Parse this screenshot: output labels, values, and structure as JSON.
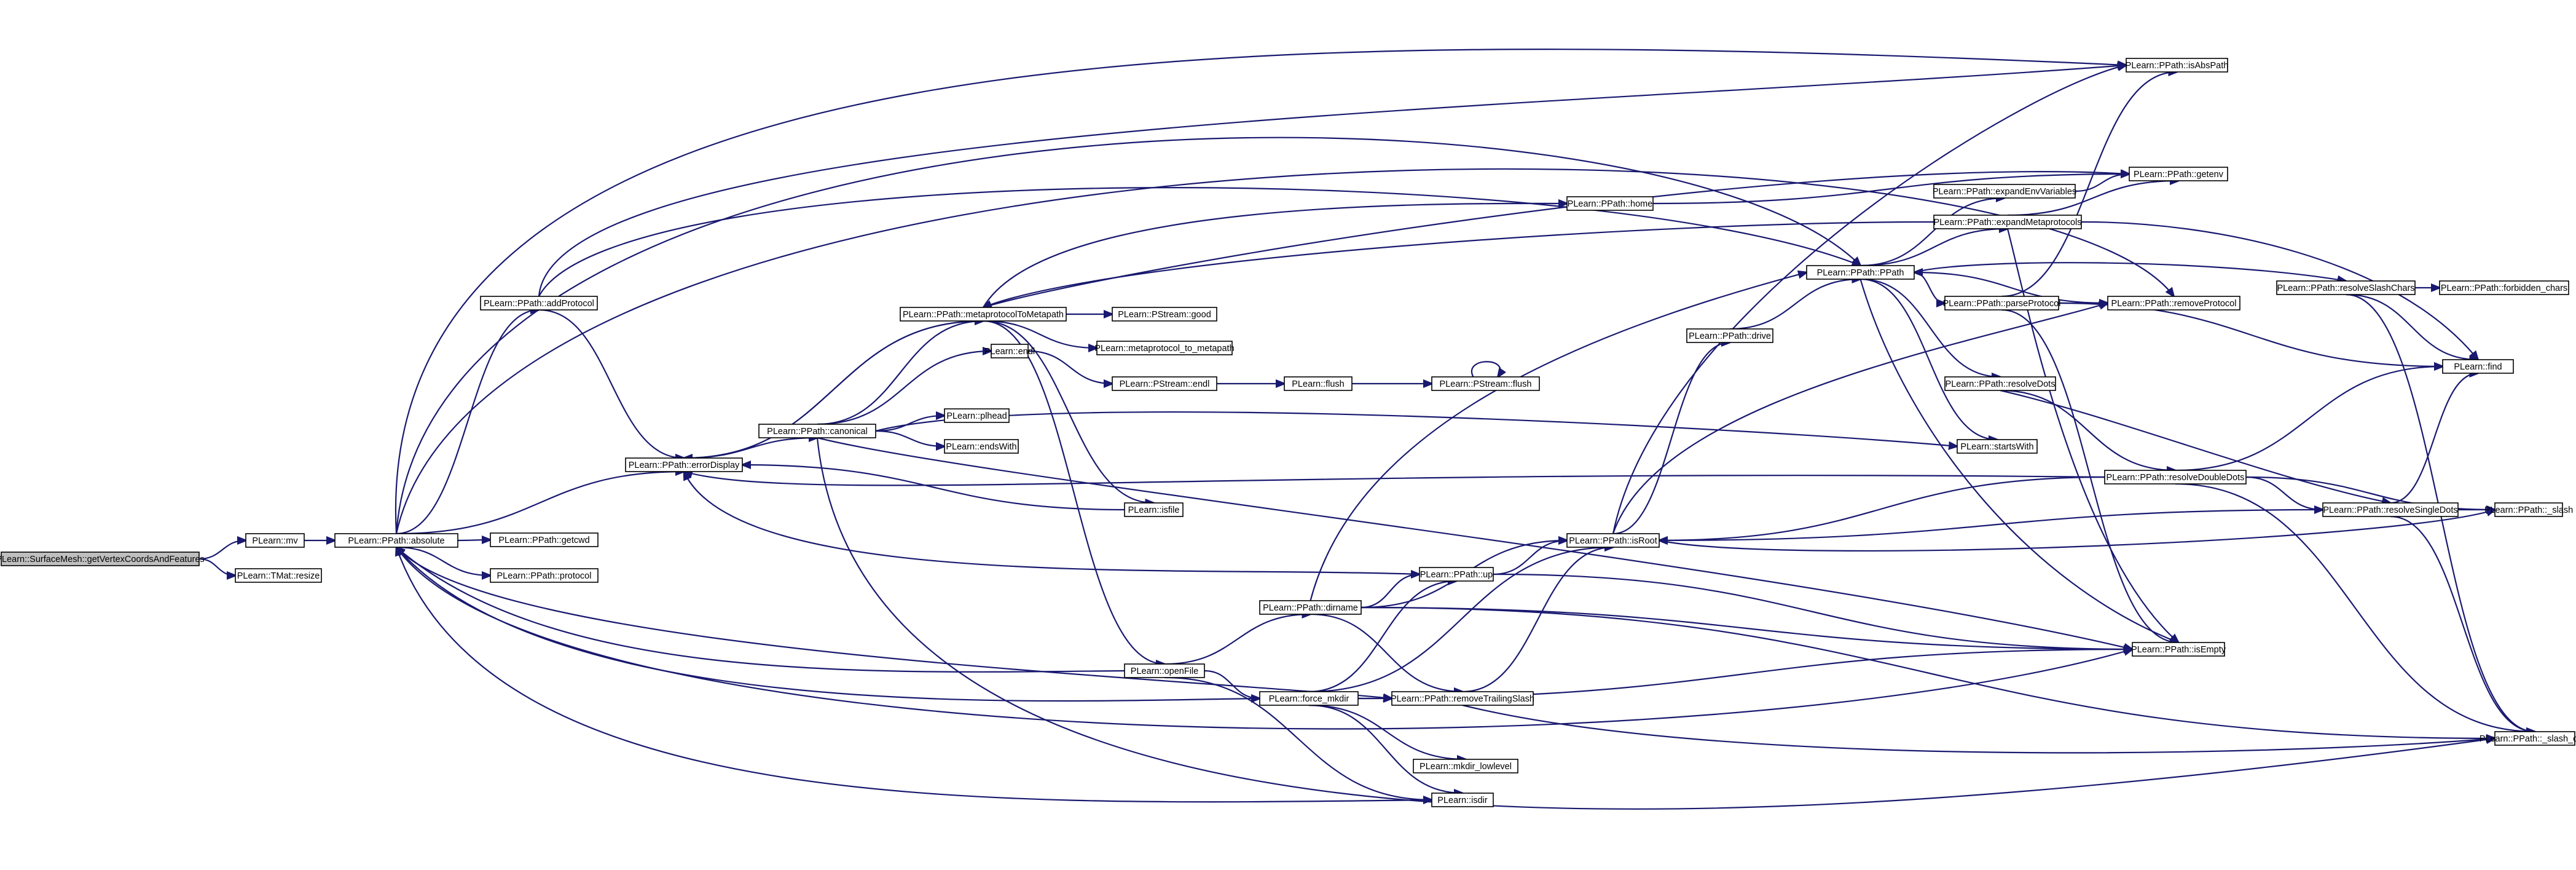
{
  "graph": {
    "colors": {
      "edge": "#191970",
      "node_fill": "#ffffff",
      "root_fill": "#bfbfbf",
      "node_border": "#000000"
    },
    "nodes": [
      {
        "id": "root",
        "label": "PLearn::SurfaceMesh::getVertexCoordsAndFeatures",
        "root": true
      },
      {
        "id": "mv",
        "label": "PLearn::mv"
      },
      {
        "id": "resize",
        "label": "PLearn::TMat::resize"
      },
      {
        "id": "absolute",
        "label": "PLearn::PPath::absolute"
      },
      {
        "id": "addProtocol",
        "label": "PLearn::PPath::addProtocol"
      },
      {
        "id": "getcwd",
        "label": "PLearn::PPath::getcwd"
      },
      {
        "id": "protocol",
        "label": "PLearn::PPath::protocol"
      },
      {
        "id": "errorDisplay",
        "label": "PLearn::PPath::errorDisplay"
      },
      {
        "id": "canonical",
        "label": "PLearn::PPath::canonical"
      },
      {
        "id": "mp2mp",
        "label": "PLearn::PPath::metaprotocolToMetapath"
      },
      {
        "id": "endl",
        "label": "PLearn::endl"
      },
      {
        "id": "pgood",
        "label": "PLearn::PStream::good"
      },
      {
        "id": "mp_to_mp",
        "label": "PLearn::metaprotocol_to_metapath"
      },
      {
        "id": "psendl",
        "label": "PLearn::PStream::endl"
      },
      {
        "id": "flush",
        "label": "PLearn::flush"
      },
      {
        "id": "psflush",
        "label": "PLearn::PStream::flush"
      },
      {
        "id": "plhead",
        "label": "PLearn::plhead"
      },
      {
        "id": "endsWith",
        "label": "PLearn::endsWith"
      },
      {
        "id": "isfile",
        "label": "PLearn::isfile"
      },
      {
        "id": "home",
        "label": "PLearn::PPath::home"
      },
      {
        "id": "ppath",
        "label": "PLearn::PPath::PPath"
      },
      {
        "id": "expandEnv",
        "label": "PLearn::PPath::expandEnvVariables"
      },
      {
        "id": "expandMeta",
        "label": "PLearn::PPath::expandMetaprotocols"
      },
      {
        "id": "parseProtocol",
        "label": "PLearn::PPath::parseProtocol"
      },
      {
        "id": "resolveDots",
        "label": "PLearn::PPath::resolveDots"
      },
      {
        "id": "startsWith",
        "label": "PLearn::startsWith"
      },
      {
        "id": "drive",
        "label": "PLearn::PPath::drive"
      },
      {
        "id": "isRoot",
        "label": "PLearn::PPath::isRoot"
      },
      {
        "id": "up",
        "label": "PLearn::PPath::up"
      },
      {
        "id": "dirname",
        "label": "PLearn::PPath::dirname"
      },
      {
        "id": "openFile",
        "label": "PLearn::openFile"
      },
      {
        "id": "force_mkdir",
        "label": "PLearn::force_mkdir"
      },
      {
        "id": "removeTrailing",
        "label": "PLearn::PPath::removeTrailingSlash"
      },
      {
        "id": "mkdir_lowlevel",
        "label": "PLearn::mkdir_lowlevel"
      },
      {
        "id": "isdir",
        "label": "PLearn::isdir"
      },
      {
        "id": "isAbsPath",
        "label": "PLearn::PPath::isAbsPath"
      },
      {
        "id": "getenv",
        "label": "PLearn::PPath::getenv"
      },
      {
        "id": "removeProtocol",
        "label": "PLearn::PPath::removeProtocol"
      },
      {
        "id": "resolveSlashChars",
        "label": "PLearn::PPath::resolveSlashChars"
      },
      {
        "id": "forbidden",
        "label": "PLearn::PPath::forbidden_chars"
      },
      {
        "id": "find",
        "label": "PLearn::find"
      },
      {
        "id": "resolveDoubleDots",
        "label": "PLearn::PPath::resolveDoubleDots"
      },
      {
        "id": "resolveSingleDots",
        "label": "PLearn::PPath::resolveSingleDots"
      },
      {
        "id": "slash",
        "label": "PLearn::PPath::_slash"
      },
      {
        "id": "isEmpty",
        "label": "PLearn::PPath::isEmpty"
      },
      {
        "id": "slash_char",
        "label": "PLearn::PPath::_slash_char"
      }
    ]
  }
}
